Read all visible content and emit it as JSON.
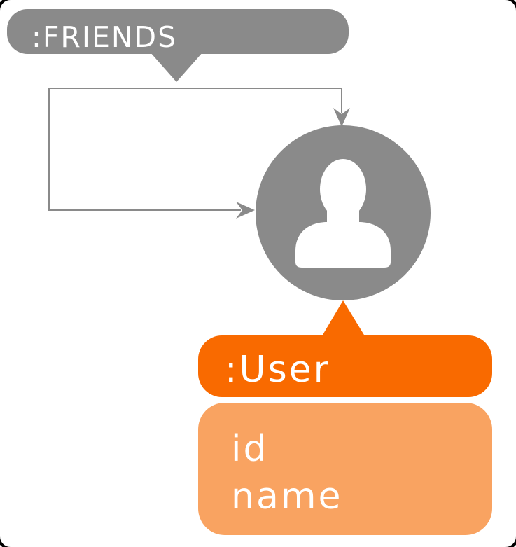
{
  "relationship": {
    "label": ":FRIENDS"
  },
  "node": {
    "label": ":User",
    "properties": [
      "id",
      "name"
    ]
  },
  "icons": {
    "node_icon": "person-icon"
  },
  "colors": {
    "gray": "#8A8A8A",
    "orange": "#F96A00",
    "light_orange": "#F9A361",
    "icon_and_text": "#FFFFFF",
    "frame": "#000000",
    "background": "#FFFFFF"
  }
}
